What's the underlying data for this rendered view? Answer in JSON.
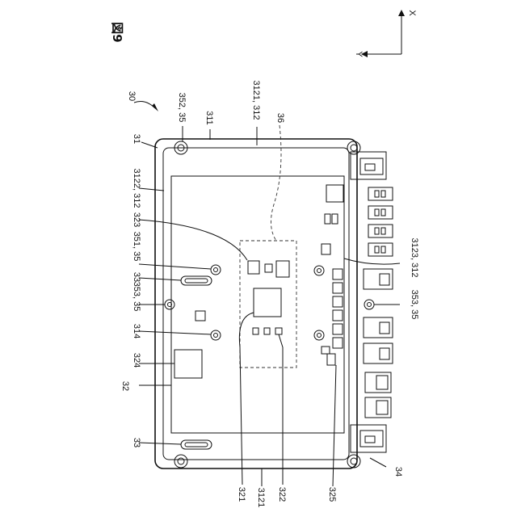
{
  "figure": {
    "title": "図9"
  },
  "axes": {
    "x_label": "X",
    "y_label": "Y"
  },
  "labels": {
    "l30": "30",
    "l31": "31",
    "l352_35": "352, 35",
    "l311": "311",
    "l3121_312_top": "3121, 312",
    "l36": "36",
    "l3122_312": "3122, 312",
    "l323": "323",
    "l351_35": "351, 35",
    "l33_top": "33",
    "l353_35_left": "353, 35",
    "l314": "314",
    "l324": "324",
    "l32": "32",
    "l33_bottom": "33",
    "l3123_312": "3123, 312",
    "l353_35_right": "353, 35",
    "l34": "34",
    "l321": "321",
    "l3121_bottom": "3121",
    "l322": "322",
    "l325": "325"
  },
  "colors": {
    "line": "#111111",
    "background": "#ffffff"
  }
}
